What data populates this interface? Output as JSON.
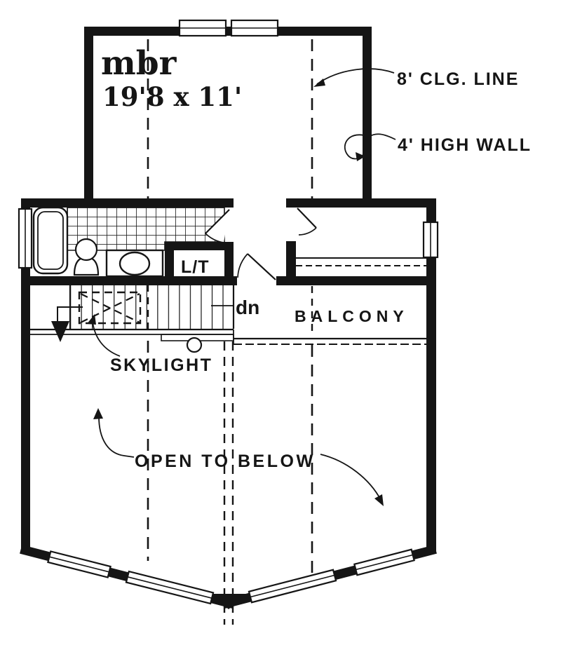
{
  "plan": {
    "colors": {
      "ink": "#151515",
      "paper": "#ffffff"
    },
    "rooms": {
      "master_bedroom": {
        "label": "mbr",
        "dimensions": "19'8 x 11'"
      },
      "balcony": {
        "label": "BALCONY"
      },
      "linen_closet": {
        "label": "L/T"
      },
      "open_to_below": {
        "label": "OPEN TO BELOW"
      }
    },
    "annotations": {
      "ceiling_line": "8' CLG.  LINE",
      "high_wall": "4'  HIGH WALL",
      "skylight": "SKYLIGHT",
      "stair_direction": "dn"
    }
  }
}
